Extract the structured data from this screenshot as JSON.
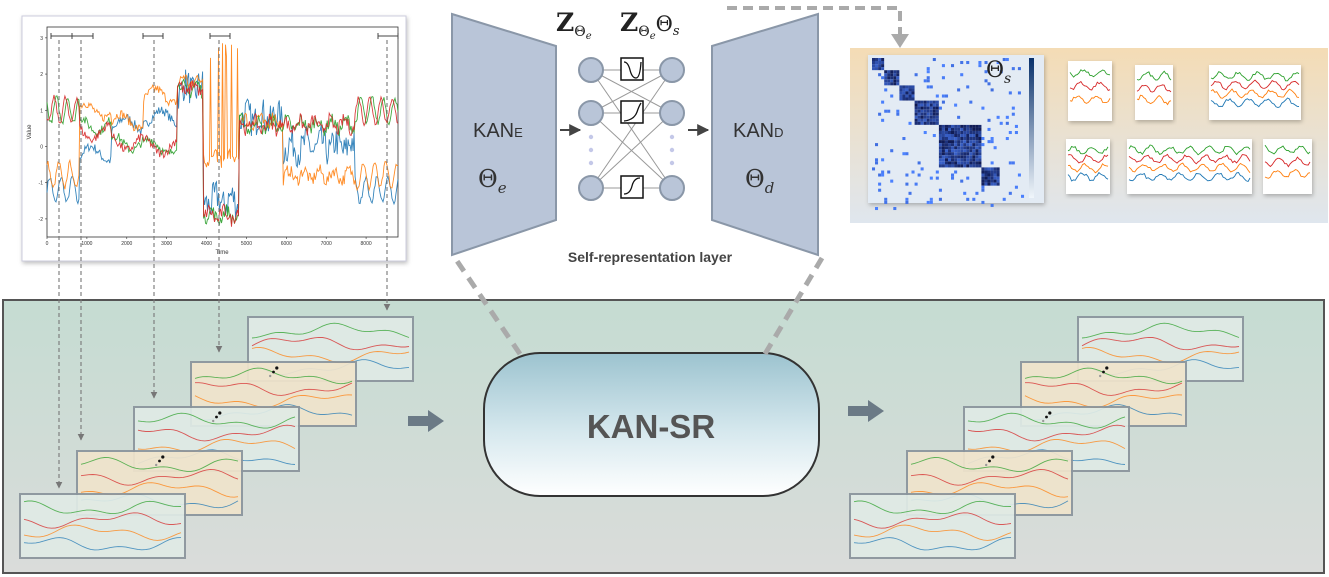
{
  "encoder": {
    "name": "KAN",
    "sub": "E",
    "param": "Θ",
    "param_sub": "e"
  },
  "decoder": {
    "name": "KAN",
    "sub": "D",
    "param": "Θ",
    "param_sub": "d"
  },
  "latent": {
    "z1": {
      "main": "Z",
      "sub1": "Θ",
      "sub2": "e"
    },
    "z2": {
      "main": "Z",
      "sub1": "Θ",
      "sub2": "e",
      "sub3": "Θ",
      "sub4": "s"
    }
  },
  "sr_layer_label": "Self-representation layer",
  "affinity_label": {
    "main": "Θ",
    "sub": "s"
  },
  "center_label": "KAN-SR",
  "timeseries_plot": {
    "xlabel": "Time",
    "ylabel": "Value",
    "xticks": [
      "0",
      "1000",
      "2000",
      "3000",
      "4000",
      "5000",
      "6000",
      "7000",
      "8000"
    ],
    "yticks": [
      "3",
      "2",
      "1",
      "0",
      "-1",
      "-2"
    ]
  },
  "colors": {
    "blue": "#1f77b4",
    "orange": "#ff7f0e",
    "green": "#2ca02c",
    "red": "#d62728",
    "frame": "#8a9aa8",
    "panel": "#c8d8d0",
    "kan_block": "#b9c5d8"
  }
}
